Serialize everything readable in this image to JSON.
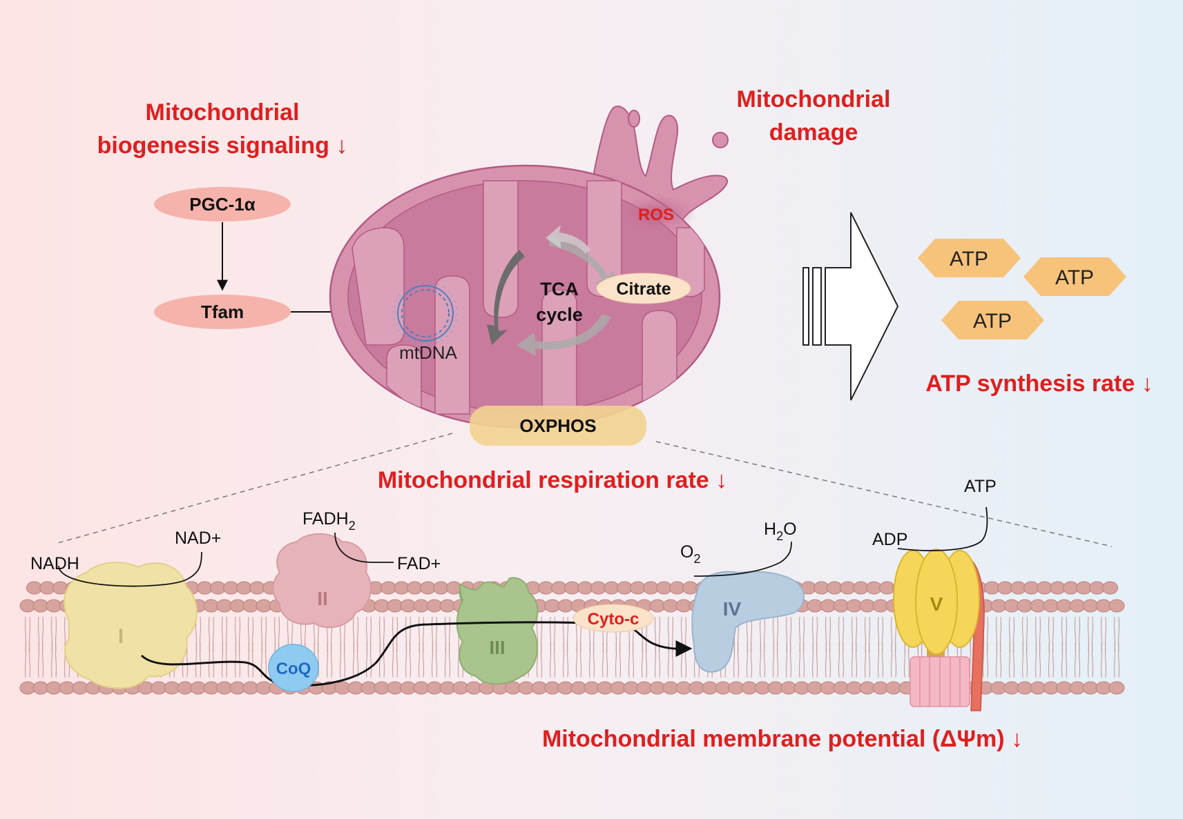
{
  "labels": {
    "biogenesis_line1": "Mitochondrial",
    "biogenesis_line2": "biogenesis signaling ↓",
    "damage_line1": "Mitochondrial",
    "damage_line2": "damage",
    "pgc": "PGC-1α",
    "tfam": "Tfam",
    "mtdna": "mtDNA",
    "tca_line1": "TCA",
    "tca_line2": "cycle",
    "citrate": "Citrate",
    "ros": "ROS",
    "oxphos": "OXPHOS",
    "respiration": "Mitochondrial respiration rate ↓",
    "atp_rate": "ATP synthesis rate ↓",
    "membrane_potential": "Mitochondrial membrane potential (ΔΨm) ↓",
    "atp": "ATP",
    "nadh": "NADH",
    "nad": "NAD+",
    "fadh2_main": "FADH",
    "fadh2_sub": "2",
    "fad": "FAD+",
    "o2_main": "O",
    "o2_sub": "2",
    "h2o_pre": "H",
    "h2o_sub": "2",
    "h2o_post": "O",
    "adp": "ADP",
    "atp_small": "ATP",
    "complex_1": "I",
    "complex_2": "II",
    "complex_3": "III",
    "complex_4": "IV",
    "complex_5": "V",
    "coq": "CoQ",
    "cyto_c": "Cyto-c"
  },
  "colors": {
    "red_text": "#e01e1e",
    "mito_outer": "#d792ad",
    "mito_inner": "#c97b9d",
    "mito_stroke": "#b35a82",
    "pill_pink": "#f5b3ab",
    "atp_hex": "#f7c27a",
    "oxphos_fill": "#f2d38f",
    "lipid_head": "#d7a39f",
    "complex_1": "#f0e2a6",
    "complex_2": "#e6b3b9",
    "complex_3": "#a9c48c",
    "complex_4": "#b9cde0",
    "complex_5": "#f5d659",
    "coq": "#8fcbf0",
    "cyto_c": "#fbe3c9"
  }
}
